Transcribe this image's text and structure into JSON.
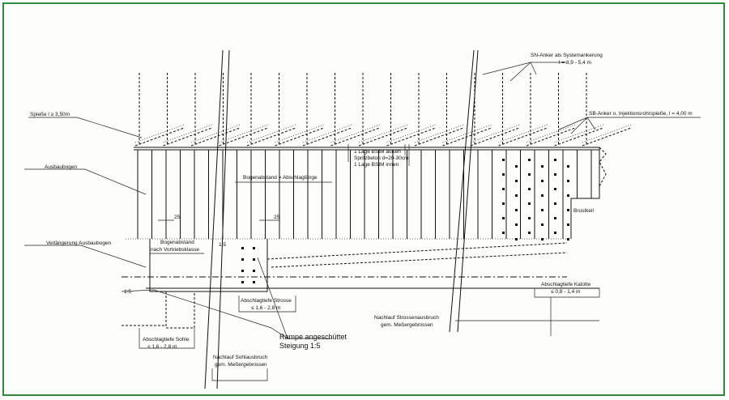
{
  "labels": {
    "sn_anker": "SN-Anker als Systemankerung",
    "sn_anker_length": "l = 3,9 - 5,4 m",
    "sb_anker": "SB-Anker o. Injektionsrohrspieße, l = 4,00 m",
    "spiesse": "Spieße l ≥ 3,50m",
    "ausbaubogen": "Ausbaubogen",
    "bogenabstand_abschlag": "Bogenabstand = Abschlaglänge",
    "bstm_aussen": "1 Lage BStM außen",
    "spritzbeton": "Spritzbeton d=20-30cm",
    "bstm_innen": "1 Lage BStM innen",
    "dim_25_left": "25",
    "dim_25_right": "25",
    "brustkeil": "Brustkeil",
    "verlaengerung": "Verlängerung Ausbaubogen",
    "bogenabstand_line1": "Bogenabstand",
    "bogenabstand_line2": "nach Vortriebsklasse",
    "slope_upper": "1:5",
    "slope_lower": "1:5",
    "abschlag_kalotte_title": "Abschlagtiefe Kalotte",
    "abschlag_kalotte_value": "≤ 0,8 - 1,4 m",
    "abschlag_strosse_title": "Abschlagtiefe Strosse",
    "abschlag_strosse_value": "≤ 1,6 - 2,8 m",
    "nachlauf_strosse_line1": "Nachlauf Strossenausbruch",
    "nachlauf_strosse_line2": "gem. Meßergebnissen",
    "rampe_line1": "Rampe angeschüttet",
    "rampe_line2": "Steigung 1:5",
    "abschlag_sohle_title": "Abschlagtiefe Sohle",
    "abschlag_sohle_value": "≤ 1,6 - 2,8 m",
    "nachlauf_sohle_line1": "Nachlauf Sohlausbruch",
    "nachlauf_sohle_line2": "gem. Meßergebnissen"
  },
  "colors": {
    "frame": "#2e8b3e",
    "ink": "#111111"
  }
}
